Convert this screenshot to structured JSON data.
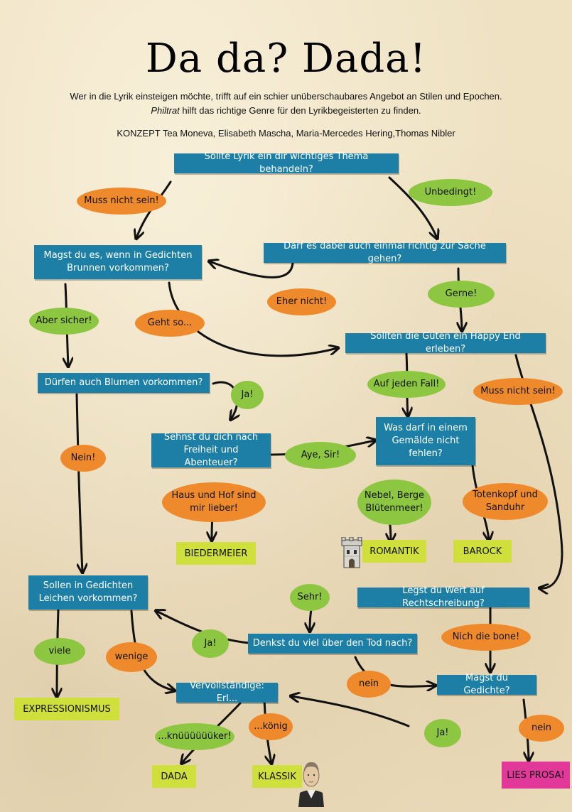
{
  "title": "Da da? Dada!",
  "intro": {
    "line1": "Wer in die Lyrik einsteigen möchte, trifft auf ein schier unüberschaubares Angebot an Stilen und Epochen.",
    "line2_em": "Philtrat",
    "line2_rest": " hilft das richtige Genre für den Lyrikbegeisterten zu finden."
  },
  "credits": "KONZEPT Tea Moneva, Elisabeth Mascha, Maria-Mercedes Hering,Thomas Nibler",
  "questions": {
    "q1": "Sollte Lyrik ein dir wichtiges Thema behandeln?",
    "q2": "Magst du es, wenn in Gedichten Brunnen vorkommen?",
    "q3": "Darf es dabei auch einmal richtig zur Sache gehen?",
    "q4": "Sollten die Guten ein Happy End erleben?",
    "q5": "Dürfen auch Blumen vorkommen?",
    "q6": "Sehnst du dich nach Freiheit und Abenteuer?",
    "q7": "Was darf in einem Gemälde nicht fehlen?",
    "q8": "Sollen in Gedichten Leichen vorkommen?",
    "q9": "Legst du Wert auf Rechtschreibung?",
    "q10": "Denkst du viel über den Tod nach?",
    "q11": "Magst du Gedichte?",
    "q12": "Vervollständige: Erl..."
  },
  "answers": {
    "a_muss_nicht": "Muss nicht sein!",
    "a_unbedingt": "Unbedingt!",
    "a_eher_nicht": "Eher nicht!",
    "a_gerne": "Gerne!",
    "a_aber_sicher": "Aber sicher!",
    "a_geht_so": "Geht so...",
    "a_auf_jeden_fall": "Auf jeden Fall!",
    "a_muss_nicht_2": "Muss nicht sein!",
    "a_ja_1": "Ja!",
    "a_nein_1": "Nein!",
    "a_aye": "Aye, Sir!",
    "a_haus_hof": "Haus und Hof sind mir lieber!",
    "a_nebel": "Nebel, Berge Blütenmeer!",
    "a_totenkopf": "Totenkopf und Sanduhr",
    "a_sehr": "Sehr!",
    "a_nich_bone": "Nich die bone!",
    "a_ja_2": "Ja!",
    "a_viele": "viele",
    "a_wenige": "wenige",
    "a_nein_2": "nein",
    "a_ja_3": "Ja!",
    "a_nein_3": "nein",
    "a_knuk": "...knüüüüüüker!",
    "a_koenig": "...könig"
  },
  "results": {
    "biedermeier": "BIEDERMEIER",
    "romantik": "ROMANTIK",
    "barock": "BAROCK",
    "expressionismus": "EXPRESSIONISMUS",
    "dada": "DADA",
    "klassik": "KLASSIK",
    "lies_prosa": "LIES PROSA!"
  },
  "colors": {
    "question_box": "#1d7fa5",
    "answer_green": "#8dc640",
    "answer_orange": "#ef8a2c",
    "result": "#cfe03c",
    "result_prosa": "#e2389a",
    "background": "#efe2c3"
  },
  "icons": [
    "castle-tower-icon",
    "goethe-portrait-icon",
    "hand-drawn-arrow-icon"
  ]
}
